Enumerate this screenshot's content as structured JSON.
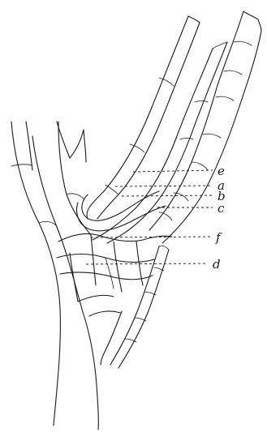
{
  "figure": {
    "labels": {
      "e": "e",
      "a": "a",
      "b": "b",
      "c": "c",
      "f": "f",
      "d": "d"
    }
  }
}
